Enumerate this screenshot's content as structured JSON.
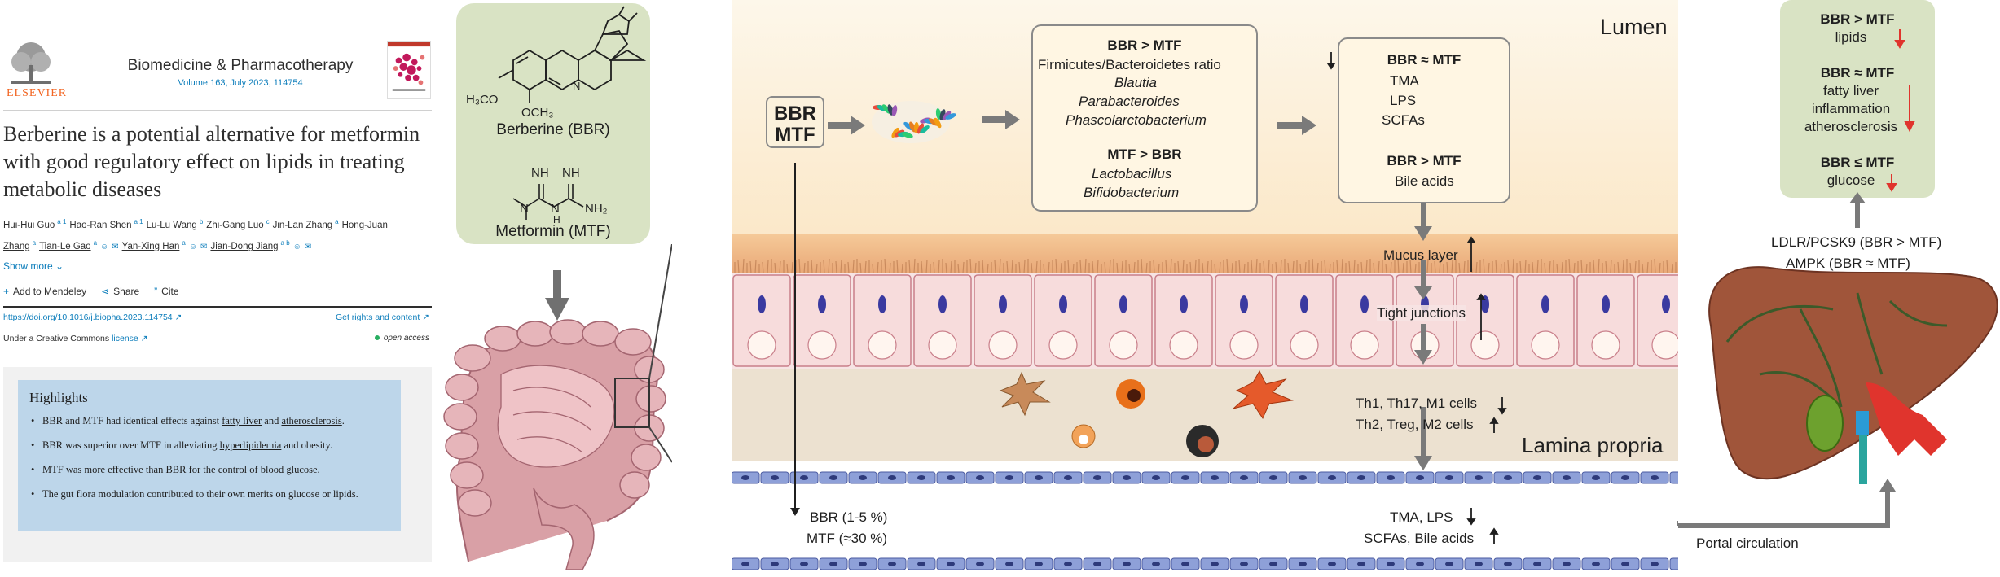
{
  "article": {
    "publisher": "ELSEVIER",
    "journal": "Biomedicine & Pharmacotherapy",
    "volume": "Volume 163, July 2023, 114754",
    "title": "Berberine is a potential alternative for metformin with good regulatory effect on lipids in treating metabolic diseases",
    "authors": [
      {
        "name": "Hui-Hui Guo",
        "sup": "a 1"
      },
      {
        "name": "Hao-Ran Shen",
        "sup": "a 1"
      },
      {
        "name": "Lu-Lu Wang",
        "sup": "b"
      },
      {
        "name": "Zhi-Gang Luo",
        "sup": "c"
      },
      {
        "name": "Jin-Lan Zhang",
        "sup": "a"
      },
      {
        "name": "Hong-Juan Zhang",
        "sup": "a"
      },
      {
        "name": "Tian-Le Gao",
        "sup": "a"
      },
      {
        "name": "Yan-Xing Han",
        "sup": "a"
      },
      {
        "name": "Jian-Dong Jiang",
        "sup": "a b"
      }
    ],
    "show_more": "Show more",
    "actions": {
      "mendeley": "Add to Mendeley",
      "share": "Share",
      "cite": "Cite"
    },
    "doi": "https://doi.org/10.1016/j.biopha.2023.114754",
    "rights": "Get rights and content",
    "license_prefix": "Under a Creative Commons",
    "license_link": "license",
    "open_access": "open access",
    "highlights_title": "Highlights",
    "highlights": [
      {
        "pre": "BBR and MTF had identical effects against ",
        "link1": "fatty liver",
        "mid": " and ",
        "link2": "atherosclerosis",
        "post": "."
      },
      {
        "pre": "BBR was superior over MTF in alleviating ",
        "link1": "hyperlipidemia",
        "mid": "",
        "link2": "",
        "post": " and obesity."
      },
      {
        "pre": "MTF was more effective than BBR for the control of blood glucose.",
        "link1": "",
        "mid": "",
        "link2": "",
        "post": ""
      },
      {
        "pre": "The gut flora modulation contributed to their own merits on glucose or lipids.",
        "link1": "",
        "mid": "",
        "link2": "",
        "post": ""
      }
    ]
  },
  "molecules": {
    "berberine_label": "Berberine (BBR)",
    "metformin_label": "Metformin (MTF)",
    "h3co": "H₃CO",
    "och3": "OCH₃",
    "nplus": "N",
    "nh_1": "NH",
    "nh_2": "NH",
    "n_1": "N",
    "n_2": "N",
    "nh2": "NH₂",
    "h": "H"
  },
  "diagram": {
    "lumen": "Lumen",
    "lamina_propria": "Lamina propria",
    "drug_box": [
      "BBR",
      "MTF"
    ],
    "box1": {
      "h1": "BBR > MTF",
      "l1": "Firmicutes/Bacteroidetes ratio",
      "l2": "Blautia",
      "l3": "Parabacteroides",
      "l4": "Phascolarctobacterium",
      "h2": "MTF > BBR",
      "l5": "Lactobacillus",
      "l6": "Bifidobacterium"
    },
    "box2": {
      "h1": "BBR ≈ MTF",
      "l1": "TMA",
      "l2": "LPS",
      "l3": "SCFAs",
      "h2": "BBR > MTF",
      "l4": "Bile acids"
    },
    "mucus_layer": "Mucus layer",
    "tight_junctions": "Tight junctions",
    "cells_down": "Th1, Th17, M1 cells",
    "cells_up": "Th2, Treg, M2 cells",
    "bbr_absorption": "BBR (1-5 %)",
    "mtf_absorption": "MTF (≈30 %)",
    "tma_lps": "TMA, LPS",
    "scfas_bile": "SCFAs, Bile acids"
  },
  "right": {
    "h1": "BBR > MTF",
    "r1": "lipids",
    "h2": "BBR ≈ MTF",
    "r2": "fatty liver",
    "r3": "inflammation",
    "r4": "atherosclerosis",
    "h3": "BBR ≤ MTF",
    "r5": "glucose",
    "ldlr": "LDLR/PCSK9 (BBR > MTF)",
    "ampk": "AMPK (BBR ≈ MTF)",
    "portal": "Portal circulation"
  },
  "colors": {
    "link": "#0c7dbb",
    "elsevier": "#f26522",
    "highlight_bg": "#bdd6ea",
    "molecule_bg": "#d9e3c4",
    "red_arrow": "#e0342d",
    "lumen_top": "#fdf7ea",
    "mucus": "#eeb482",
    "epithelium": "#f7e4e4",
    "lamina": "#ece1d0",
    "vessel": "#8ea0d8"
  }
}
